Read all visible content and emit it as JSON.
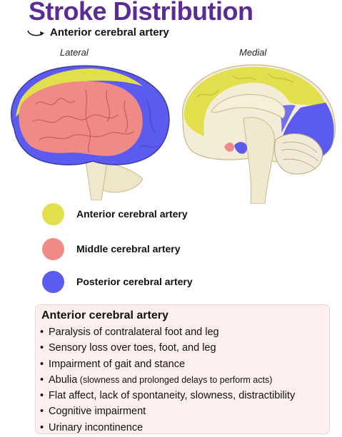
{
  "title": "Stroke Distribution",
  "subtitle": "Anterior cerebral artery",
  "views": {
    "lateral": "Lateral",
    "medial": "Medial"
  },
  "colors": {
    "anterior": "#e2df4c",
    "middle": "#f08a87",
    "posterior": "#5b5bf0",
    "title": "#5b2b96"
  },
  "legend": [
    {
      "label": "Anterior cerebral artery",
      "color": "#e2df4c"
    },
    {
      "label": "Middle cerebral artery",
      "color": "#f08a87"
    },
    {
      "label": "Posterior cerebral artery",
      "color": "#5b5bf0"
    }
  ],
  "card": {
    "title": "Anterior cerebral artery",
    "items": [
      {
        "text": "Paralysis of contralateral foot and leg",
        "note": ""
      },
      {
        "text": "Sensory loss over toes, foot, and leg",
        "note": ""
      },
      {
        "text": "Impairment of gait and stance",
        "note": ""
      },
      {
        "text": "Abulia",
        "note": " (slowness and prolonged delays to perform acts)"
      },
      {
        "text": "Flat affect, lack of spontaneity, slowness, distractibility",
        "note": ""
      },
      {
        "text": "Cognitive impairment",
        "note": ""
      },
      {
        "text": "Urinary incontinence",
        "note": ""
      }
    ]
  }
}
